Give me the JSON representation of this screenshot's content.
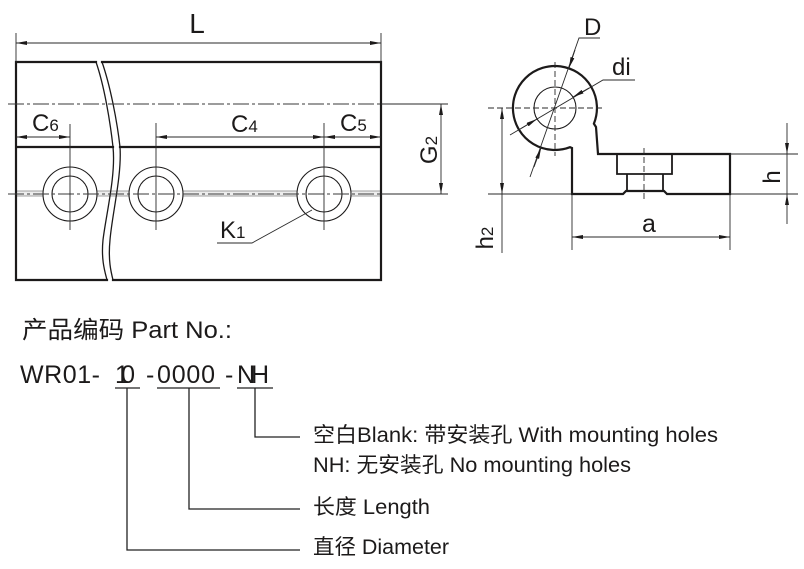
{
  "drawing": {
    "front_view": {
      "labels": {
        "length": {
          "main": "L",
          "sub": ""
        },
        "c6": {
          "main": "C",
          "sub": "6"
        },
        "c4": {
          "main": "C",
          "sub": "4"
        },
        "c5": {
          "main": "C",
          "sub": "5"
        },
        "g2": {
          "main": "G",
          "sub": "2"
        },
        "k1": {
          "main": "K",
          "sub": "1"
        }
      }
    },
    "side_view": {
      "labels": {
        "outer_diameter": {
          "main": "D",
          "sub": ""
        },
        "inner_diameter": {
          "main": "di",
          "sub": ""
        },
        "height": {
          "main": "h",
          "sub": ""
        },
        "h2": {
          "main": "h",
          "sub": "2"
        },
        "width": {
          "main": "a",
          "sub": ""
        }
      }
    }
  },
  "part_number": {
    "title": "产品编码 Part No.:",
    "code": "WR01-10-0000-NH",
    "code_segments": [
      "WR01-",
      "10",
      "-",
      "0000",
      "-",
      "NH"
    ],
    "legend": [
      {
        "refers_to": "NH",
        "text": "空白Blank: 带安装孔 With mounting holes"
      },
      {
        "refers_to": "NH",
        "text": "NH: 无安装孔 No mounting holes"
      },
      {
        "refers_to": "0000",
        "text": "长度 Length"
      },
      {
        "refers_to": "10",
        "text": "直径 Diameter"
      }
    ]
  }
}
